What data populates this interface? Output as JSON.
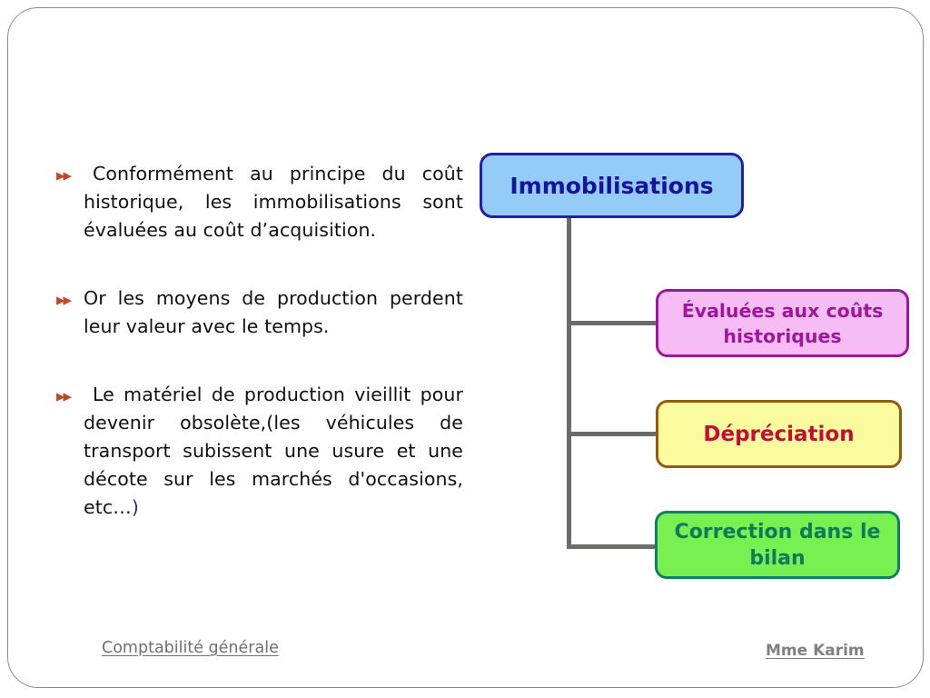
{
  "slide": {
    "frame_border_color": "#8a8a8a",
    "background": "#ffffff"
  },
  "content": {
    "bullet_marker_glyph": "▸▸",
    "bullet_marker_color": "#c2472a",
    "bullets": [
      {
        "id": "bullet-cout-historique",
        "text": "Conformément au principe du coût historique, les immobilisations sont évaluées au coût d’acquisition."
      },
      {
        "id": "bullet-perte-valeur",
        "text": "Or les moyens de production perdent leur valeur avec le temps."
      },
      {
        "id": "bullet-obsolescence",
        "text": "Le matériel de production vieillit pour devenir obsolète,(les véhicules de transport subissent une usure et une décote sur les marchés d'occasions, etc…",
        "tail": ")"
      }
    ]
  },
  "diagram": {
    "root": {
      "label": "Immobilisations",
      "fill": "#95cbf7",
      "border": "#1f1fa8",
      "text_color": "#14149c"
    },
    "children": [
      {
        "label": "Évaluées aux coûts historiques",
        "fill": "#f6bdf4",
        "border": "#9c179c",
        "text_color": "#9c179c"
      },
      {
        "label": "Dépréciation",
        "fill": "#fafa9f",
        "border": "#95590f",
        "text_color": "#c20d38"
      },
      {
        "label": "Correction dans le bilan",
        "fill": "#78f052",
        "border": "#0f8060",
        "text_color": "#0f7a5c"
      }
    ],
    "connector_color": "#6e6a6a"
  },
  "footer": {
    "left_label": "Comptabilité générale",
    "right_label": "Mme Karim",
    "color": "#6f6f6f"
  }
}
